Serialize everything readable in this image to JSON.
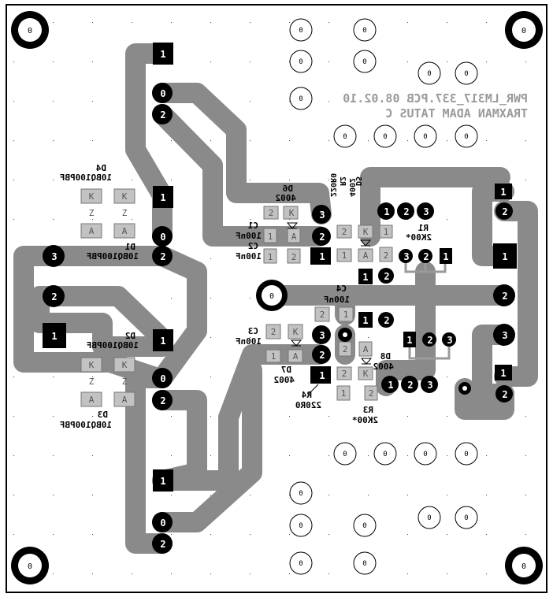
{
  "board": {
    "title_line1": "PWR_LM317_337.PCB  08.02.10",
    "title_line2": "TRAXMAN  ADAM  TATUS  C"
  },
  "colors": {
    "trace": "#8a8a8a",
    "pad": "#000000",
    "pad_hole": "#ffffff",
    "smd_pad": "#c2c2c2",
    "silkscreen": "#9a9a9a",
    "outline": "#000000"
  },
  "labels": {
    "d1_name": "D1",
    "d1_value": "10BQ100PBF",
    "d2_name": "D2",
    "d2_value": "10BQ100PBF",
    "d3_name": "D3",
    "d3_value": "10BQ100PBF",
    "d4_name": "D4",
    "d4_value": "10BQ100PBF",
    "d5_name": "D5",
    "d5_value": "4002",
    "d6_name": "D6",
    "d6_value": "4002",
    "d7_name": "D7",
    "d7_value": "4002",
    "d8_name": "D8",
    "d8_value": "4002",
    "c1_name": "C1",
    "c1_value": "100nF",
    "c2_name": "C2",
    "c2_value": "100nF",
    "c3_name": "C3",
    "c3_value": "100nF",
    "c4_name": "C4",
    "c4_value": "100nF",
    "r1_name": "R1",
    "r1_value": "2K00*",
    "r2_name": "R2",
    "r2_value": "220R0",
    "r3_name": "R3",
    "r3_value": "2K00*",
    "r4_name": "R4",
    "r4_value": "220R0"
  },
  "pads": {
    "zero": "0",
    "one": "1",
    "two": "2",
    "three": "3",
    "k": "K",
    "a": "A",
    "z": "Z"
  }
}
